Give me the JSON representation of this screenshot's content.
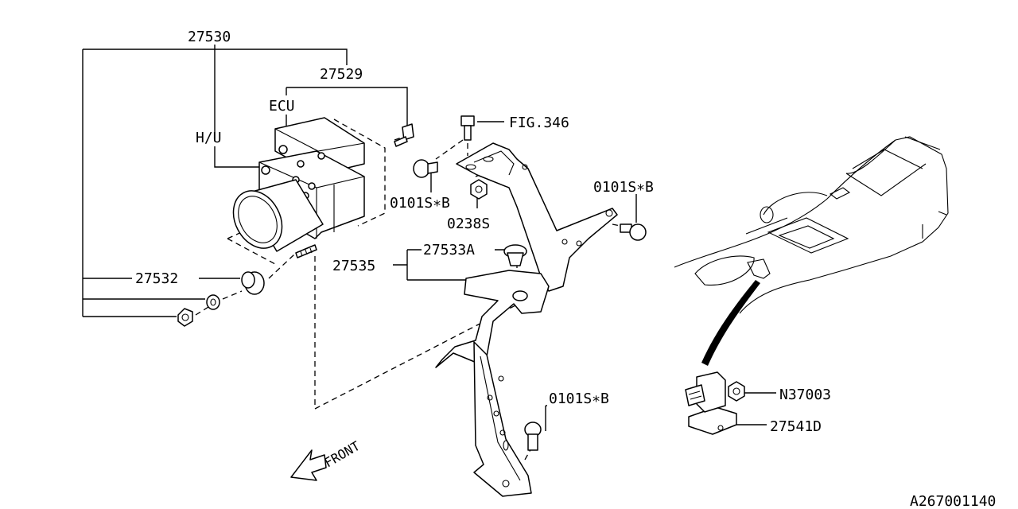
{
  "labels": {
    "assembly": "27530",
    "ecu_assembly": "27529",
    "ecu": "ECU",
    "hu": "H/U",
    "fig_ref": "FIG.346",
    "bolt_left": "0101S∗B",
    "bolt_right": "0101S∗B",
    "bolt_bottom": "0101S∗B",
    "nut": "0238S",
    "grommet_a": "27533A",
    "bracket": "27535",
    "bushing": "27532",
    "nut_sensor": "N37003",
    "sensor": "27541D",
    "front": "FRONT",
    "diagram_id": "A267001140"
  }
}
